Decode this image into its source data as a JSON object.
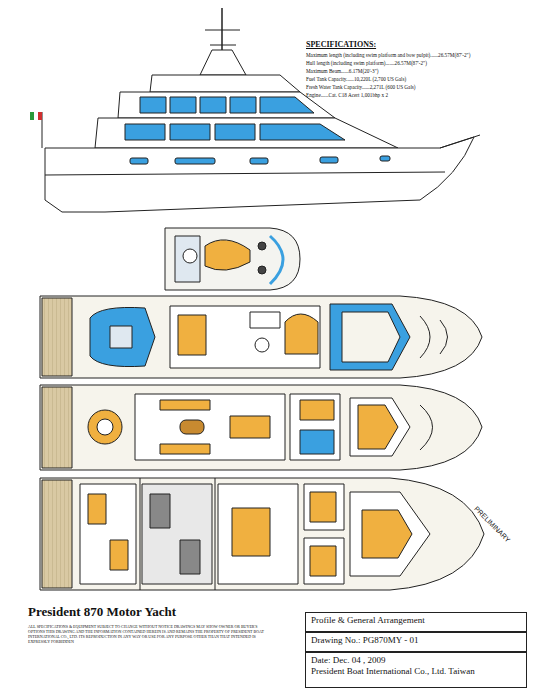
{
  "diagram": {
    "title": "President 870 Motor Yacht",
    "nodes": [
      {
        "text": [
          "Profile & General Arrangement"
        ]
      },
      {
        "text": [
          "Drawing No.: PG870MY - 01"
        ]
      },
      {
        "text": [
          "Date: Dec. 04 , 2009",
          "President Boat International Co., Ltd. Taiwan"
        ]
      }
    ],
    "labels": [
      "SPECIFICATIONS:",
      "Maximum length (including swim platform and bow pulpit)......26.57M(87'-2\")",
      "Hull length (including swim platform).......26.57M(87'-2\")",
      "Maximum Beam......6.17M(20'-3\")",
      "Fuel Tank Capacity......10,220L (2,700 US Gals)",
      "Fresh Water Tank Capacity......2,271L (600 US Gals)",
      "Engine......Cat. C18 Acert 1,001bhp x 2",
      "PRELIMINARY",
      "ALL SPECIFICATIONS & EQUIPMENT SUBJECT TO CHANGE WITHOUT NOTICE DRAWINGS MAY SHOW OWNER OR BUYER'S OPTIONS THIS DRAWING AND THE INFORMATION CONTAINED HEREIN IS AND REMAINS THE PROPERTY OF PRESIDENT BOAT INTERNATIONAL CO., LTD. ITS REPRODUCTION IN ANY WAY OR USE FOR ANY PURPOSE OTHER THAN THAT INTENDED IS EXPRESSLY FORBIDDEN"
    ]
  }
}
